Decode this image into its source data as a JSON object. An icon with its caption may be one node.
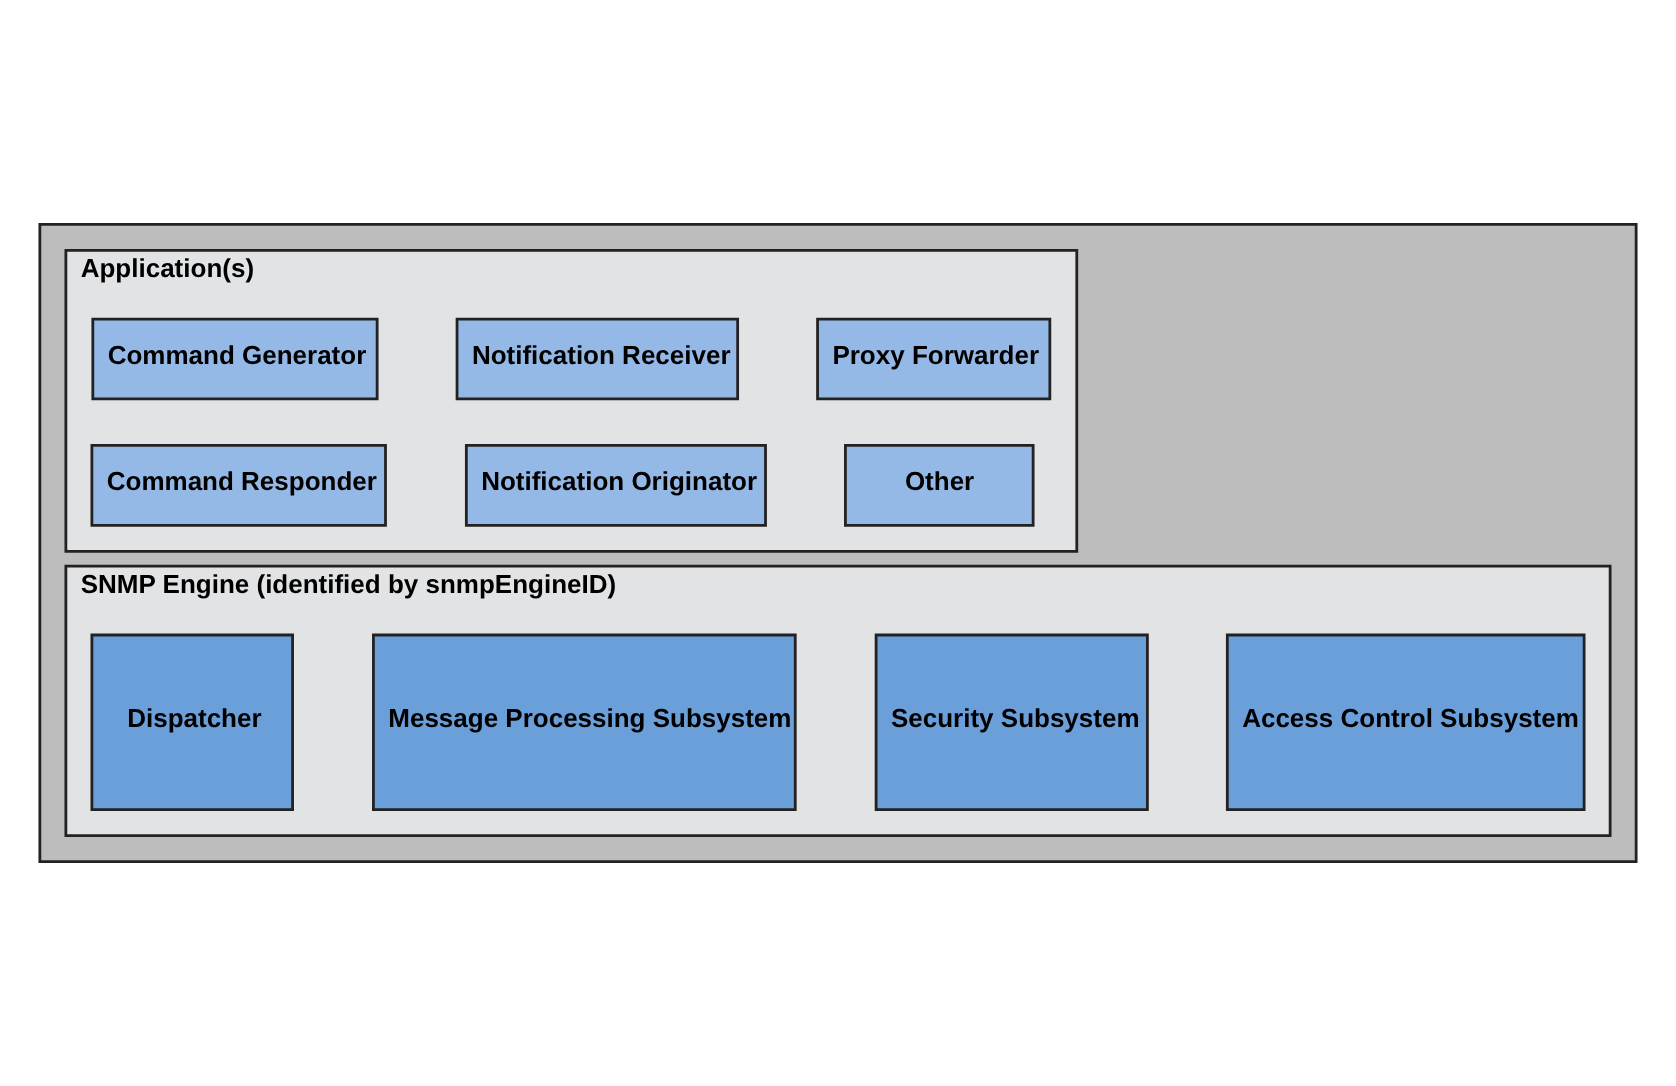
{
  "diagram": {
    "nodes": [
      {
        "text": [],
        "shape": "box"
      },
      {
        "text": [
          "Application(s)"
        ],
        "in": 0
      },
      {
        "text": [
          "Command Generator"
        ],
        "in": 1
      },
      {
        "text": [
          "Notification Receiver"
        ],
        "in": 1
      },
      {
        "text": [
          "Proxy Forwarder"
        ],
        "in": 1
      },
      {
        "text": [
          "Command Responder"
        ],
        "in": 1
      },
      {
        "text": [
          "Notification Originator"
        ],
        "in": 1
      },
      {
        "text": [
          "Other"
        ],
        "in": 1
      },
      {
        "text": [
          "SNMP Engine (identified by snmpEngineID)"
        ],
        "in": 0
      },
      {
        "text": [
          "Dispatcher"
        ],
        "in": 8
      },
      {
        "text": [
          "Message Processing Subsystem"
        ],
        "in": 8
      },
      {
        "text": [
          "Security Subsystem"
        ],
        "in": 8
      },
      {
        "text": [
          "Access Control Subsystem"
        ],
        "in": 8
      }
    ],
    "edges": []
  }
}
